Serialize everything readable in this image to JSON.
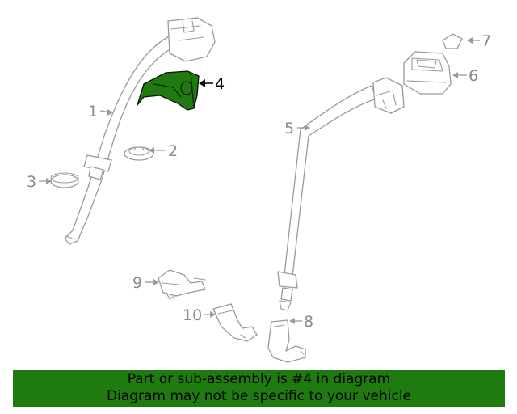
{
  "colors": {
    "highlight": "#1f7a0f",
    "banner": "#1f7a0f",
    "part_line": "#9a9a9a",
    "highlight_line": "#111111"
  },
  "callouts": {
    "c1": "1",
    "c2": "2",
    "c3": "3",
    "c4": "4",
    "c5": "5",
    "c6": "6",
    "c7": "7",
    "c8": "8",
    "c9": "9",
    "c10": "10"
  },
  "highlighted_part": "4",
  "banner": {
    "line1": "Part or sub-assembly is #4 in diagram",
    "line2": "Diagram may not be specific to your vehicle"
  }
}
